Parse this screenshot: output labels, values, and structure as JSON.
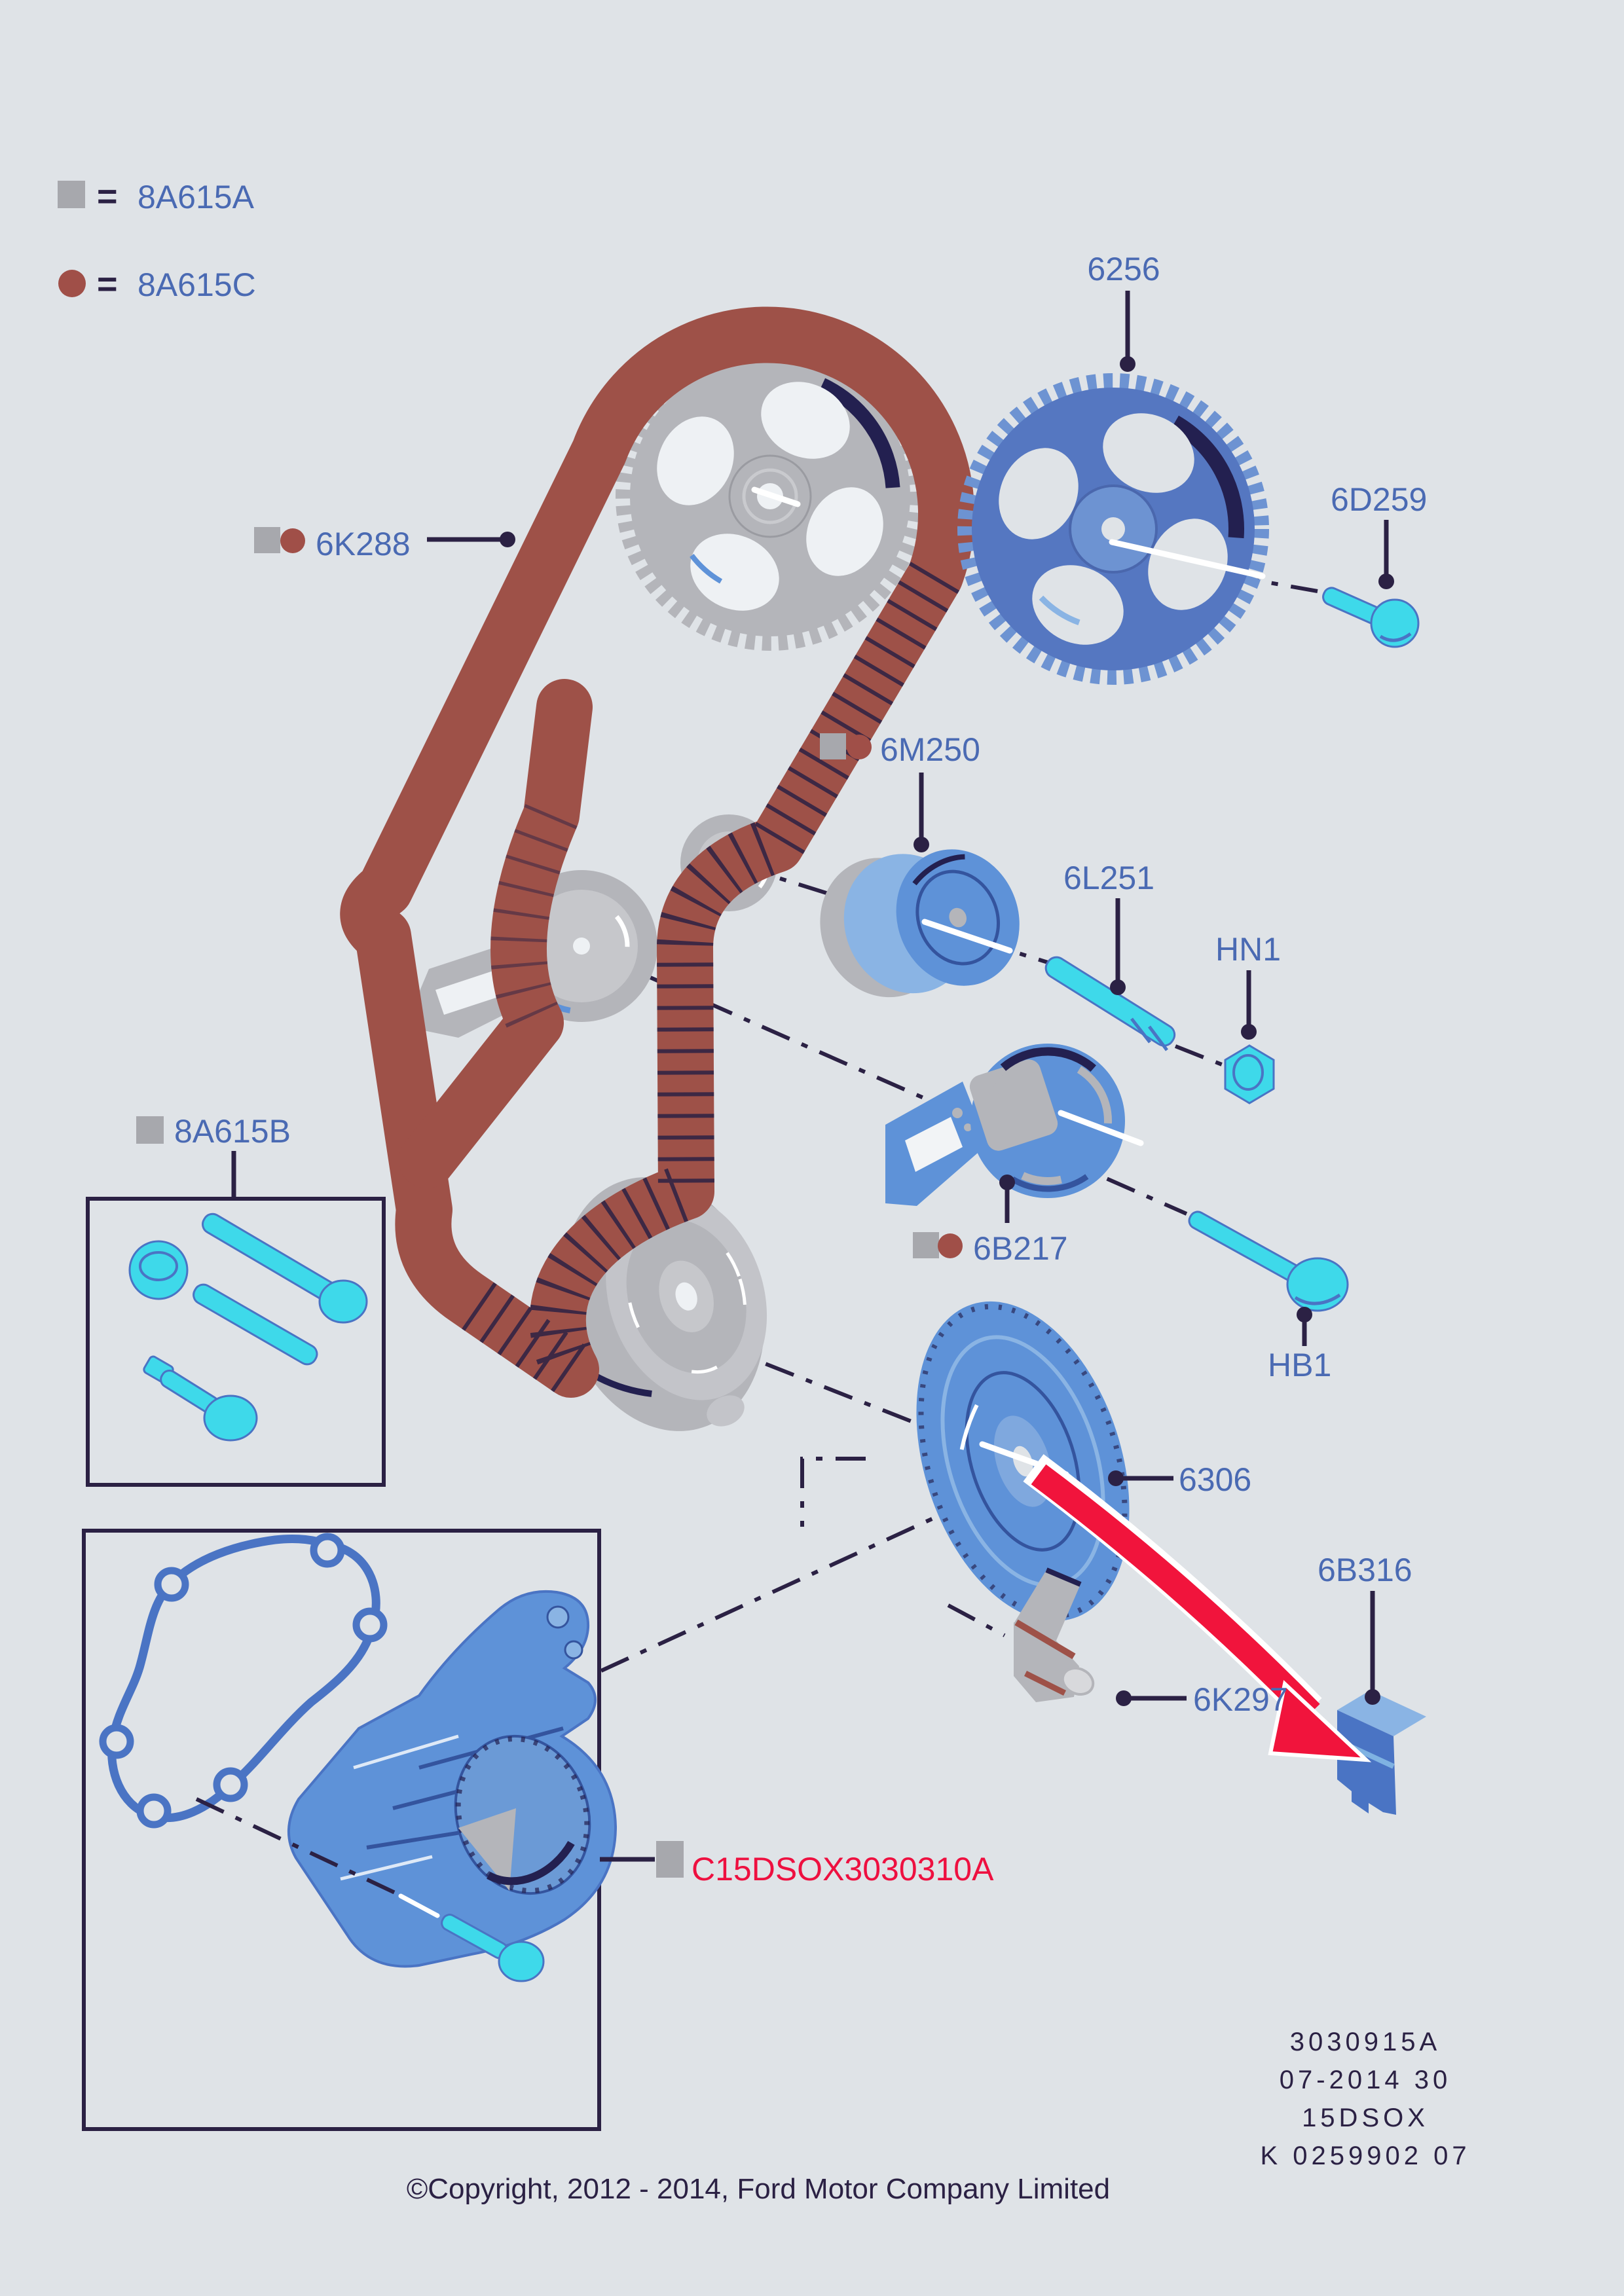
{
  "legend": {
    "eq": "=",
    "items": [
      {
        "marker": "square",
        "code": "8A615A"
      },
      {
        "marker": "circle",
        "code": "8A615C"
      }
    ]
  },
  "labels": {
    "timing_belt": "6K288",
    "camshaft_gear": "6256",
    "camshaft_gear_bolt": "6D259",
    "idler_pulley": "6M250",
    "idler_stud": "6L251",
    "idler_nut": "HN1",
    "belt_tensioner": "6B217",
    "tensioner_bolt": "HB1",
    "crankshaft_pulley": "6306",
    "crankshaft_key": "6B316",
    "bracket": "6K297",
    "bolt_kit": "8A615B",
    "water_pump_kit": "C15DSOX3030310A"
  },
  "plate": {
    "line1": "3030915A",
    "line2": "07-2014 30",
    "line3": "15DSOX",
    "line4": "K 0259902 07"
  },
  "footer": {
    "copyright": "©Copyright, 2012 - 2014, Ford Motor Company Limited"
  },
  "colors": {
    "background": "#dfe3e7",
    "belt": "#9e5148",
    "label_blue": "#4a6ab3",
    "label_red": "#ee1040",
    "line_navy": "#2b2144",
    "part_blue": "#5e92d8",
    "gear_blue": "#5577c1",
    "hardware_cyan": "#3ed9ea",
    "silver": "#b4b5ba",
    "marker_gray": "#a7a8ad",
    "marker_red": "#a04f48",
    "arrow_red": "#f1143c"
  }
}
